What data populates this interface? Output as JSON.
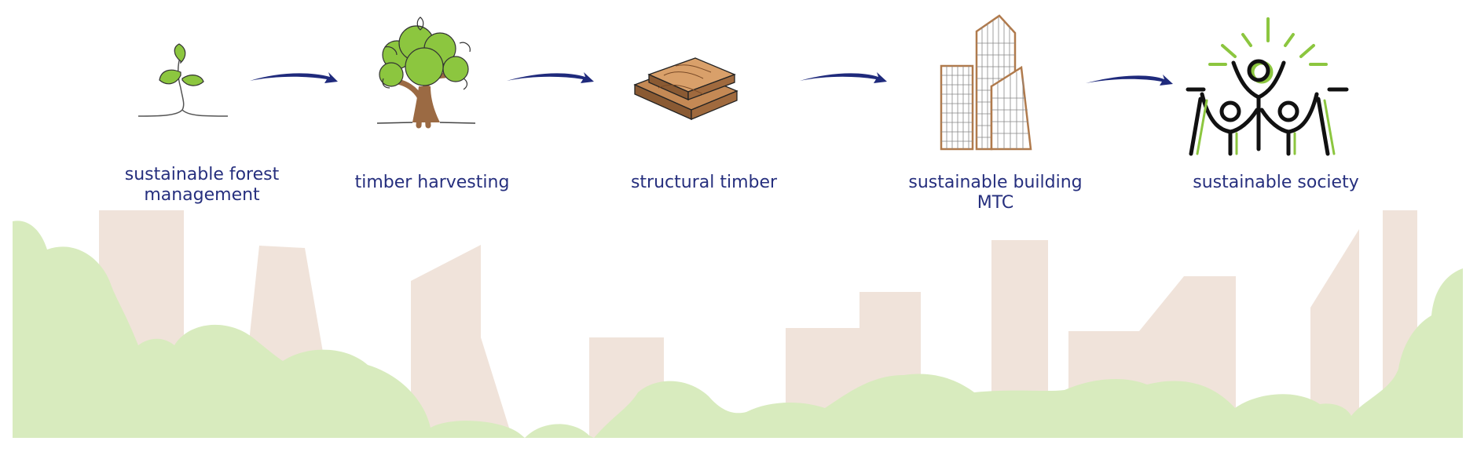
{
  "steps": [
    {
      "id": "forest",
      "line1": "sustainable forest",
      "line2": "management",
      "icon": "seedling-icon"
    },
    {
      "id": "harvest",
      "line1": "timber harvesting",
      "line2": "",
      "icon": "tree-icon"
    },
    {
      "id": "structural",
      "line1": "structural timber",
      "line2": "",
      "icon": "timber-planks-icon"
    },
    {
      "id": "building",
      "line1": "sustainable building",
      "line2": "MTC",
      "icon": "tall-buildings-icon"
    },
    {
      "id": "society",
      "line1": "sustainable society",
      "line2": "",
      "icon": "people-celebrating-icon"
    }
  ],
  "colors": {
    "label": "#262f7e",
    "arrow": "#1f2a7c",
    "leaf": "#8cc63f",
    "trunk": "#9b6a43",
    "wood": "#b07a4c",
    "bush": "#d8ebbe",
    "city": "#f0e3da"
  }
}
